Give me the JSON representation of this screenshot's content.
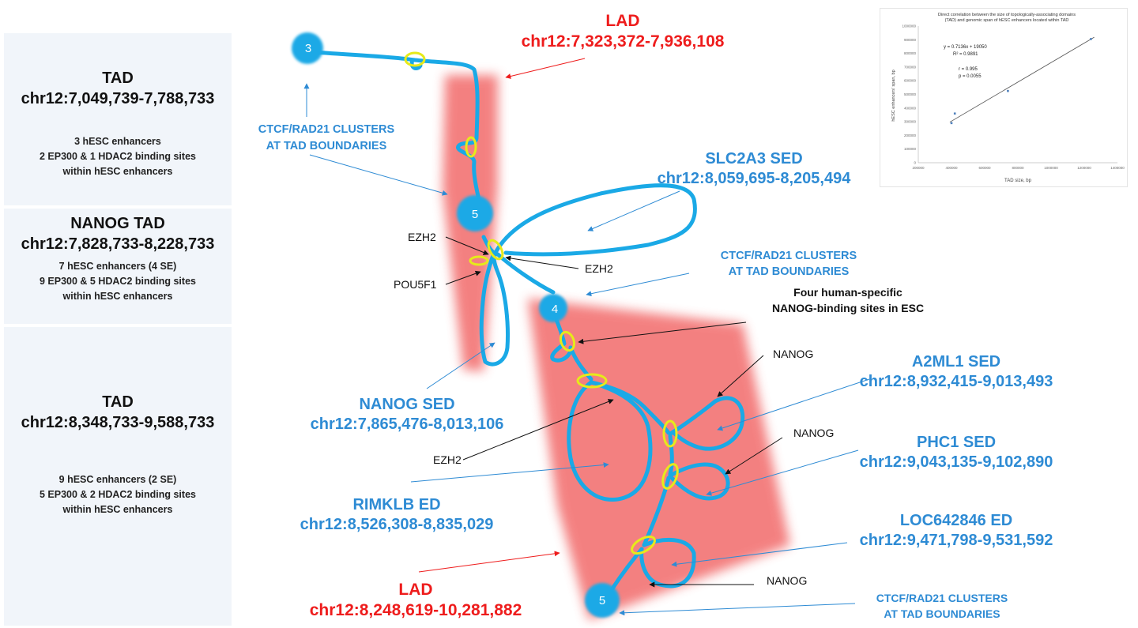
{
  "left_panels": [
    {
      "title_line1": "TAD",
      "title_line2": "chr12:7,049,739-7,788,733",
      "details": [
        "3 hESC enhancers",
        "2 EP300 & 1 HDAC2 binding sites",
        "within hESC enhancers"
      ]
    },
    {
      "title_line1": "NANOG TAD",
      "title_line2": "chr12:7,828,733-8,228,733",
      "details": [
        "7 hESC enhancers (4 SE)",
        "9 EP300 & 5 HDAC2 binding sites",
        "within hESC enhancers"
      ]
    },
    {
      "title_line1": "TAD",
      "title_line2": "chr12:8,348,733-9,588,733",
      "details": [
        "9 hESC enhancers (2 SE)",
        "5 EP300 & 2 HDAC2 binding sites",
        "within hESC enhancers"
      ]
    }
  ],
  "lad_top": {
    "title": "LAD",
    "coords": "chr12:7,323,372-7,936,108"
  },
  "lad_bottom": {
    "title": "LAD",
    "coords": "chr12:8,248,619-10,281,882"
  },
  "ctcf_top": {
    "line1": "CTCF/RAD21 CLUSTERS",
    "line2": "AT TAD BOUNDARIES"
  },
  "ctcf_mid": {
    "line1": "CTCF/RAD21 CLUSTERS",
    "line2": "AT TAD BOUNDARIES"
  },
  "ctcf_bottom": {
    "line1": "CTCF/RAD21 CLUSTERS",
    "line2": "AT TAD BOUNDARIES"
  },
  "domains": {
    "slc2a3": {
      "name": "SLC2A3 SED",
      "coords": "chr12:8,059,695-8,205,494"
    },
    "nanog": {
      "name": "NANOG SED",
      "coords": "chr12:7,865,476-8,013,106"
    },
    "a2ml1": {
      "name": "A2ML1 SED",
      "coords": "chr12:8,932,415-9,013,493"
    },
    "phc1": {
      "name": "PHC1 SED",
      "coords": "chr12:9,043,135-9,102,890"
    },
    "rimklb": {
      "name": "RIMKLB ED",
      "coords": "chr12:8,526,308-8,835,029"
    },
    "loc642846": {
      "name": "LOC642846 ED",
      "coords": "chr12:9,471,798-9,531,592"
    }
  },
  "factors": {
    "ezh2_a": "EZH2",
    "ezh2_b": "EZH2",
    "ezh2_c": "EZH2",
    "pou5f1": "POU5F1",
    "nanog_a": "NANOG",
    "nanog_b": "NANOG",
    "nanog_c": "NANOG",
    "four_sites_line1": "Four human-specific",
    "four_sites_line2": "NANOG-binding sites in ESC"
  },
  "boundary_numbers": {
    "b_top": "3",
    "b_mid": "5",
    "b_right": "4",
    "b_bottom": "5"
  },
  "inset_chart": {
    "title_line1": "Direct correlation between the size of topologically-associating domains",
    "title_line2": "(TAD) and genomic span of hESC enhancers located within TAD",
    "equation": "y = 0.7136x + 19050",
    "r2": "R² = 0.9891",
    "r": "r = 0.995",
    "p": "p = 0.0055",
    "xlabel": "TAD size, bp",
    "ylabel": "hESC enhancers' span, bp",
    "x_ticks": [
      "200000",
      "400000",
      "600000",
      "800000",
      "1000000",
      "1200000",
      "1400000"
    ],
    "y_ticks": [
      "0",
      "100000",
      "200000",
      "300000",
      "400000",
      "500000",
      "600000",
      "700000",
      "800000",
      "900000",
      "1000000"
    ]
  },
  "chart_data": {
    "type": "scatter",
    "x": [
      400000,
      420000,
      740000,
      1240000
    ],
    "y": [
      290000,
      360000,
      525000,
      905000
    ],
    "xlim": [
      200000,
      1400000
    ],
    "ylim": [
      0,
      1000000
    ],
    "trendline": {
      "slope": 0.7136,
      "intercept": 19050
    },
    "title": "Direct correlation between the size of topologically-associating domains (TAD) and genomic span of hESC enhancers located within TAD",
    "xlabel": "TAD size, bp",
    "ylabel": "hESC enhancers' span, bp",
    "grid": false,
    "colors": {
      "points": "#4f81bd",
      "trend": "#555555"
    }
  },
  "colors": {
    "blue": "#2e8bd4",
    "red": "#ee1c1c",
    "lad": "#f26b6b",
    "ring": "#e6ea1a"
  }
}
